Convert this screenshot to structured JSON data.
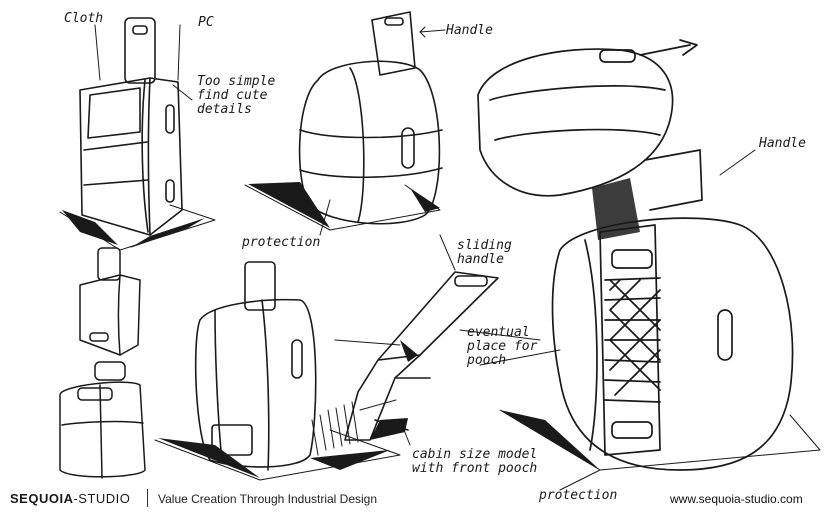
{
  "annotations": {
    "cloth": "Cloth",
    "pc": "PC",
    "too_simple": "Too simple\nfind cute\ndetails",
    "handle_top": "Handle",
    "handle_right": "Handle",
    "protection_mid": "protection",
    "protection_bottom": "protection",
    "sliding_handle": "sliding\nhandle",
    "eventual_place": "eventual\nplace for\npooch",
    "cabin_size": "cabin size model\nwith front pooch"
  },
  "footer": {
    "brand_bold": "SEQUOIA",
    "brand_rest": "-STUDIO",
    "tagline": "Value Creation Through Industrial Design",
    "website": "www.sequoia-studio.com"
  },
  "colors": {
    "ink": "#1a1a1a",
    "background": "#ffffff"
  }
}
